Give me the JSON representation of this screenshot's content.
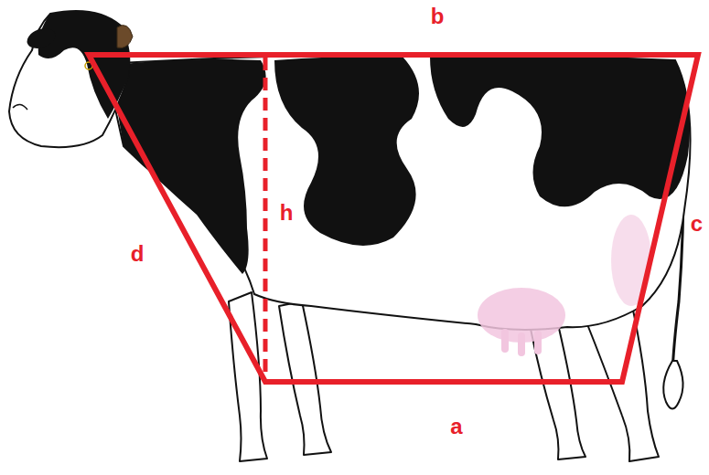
{
  "diagram": {
    "labels": [
      "b",
      "h",
      "c",
      "d",
      "a"
    ]
  }
}
